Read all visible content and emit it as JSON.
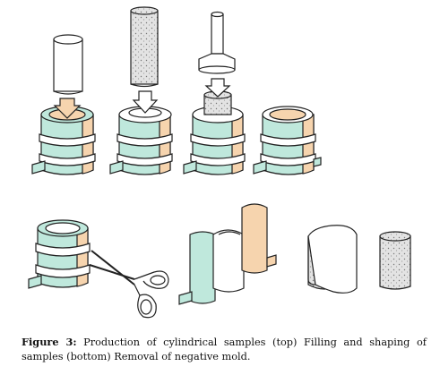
{
  "caption": {
    "label": "Figure 3:",
    "text": " Production of cylindrical samples (top) Filling and shaping of samples (bottom) Removal of negative mold."
  },
  "colors": {
    "mold_green": "#bfe8dc",
    "mold_orange": "#f6d4ae",
    "sample_gray": "#d9d9d9",
    "outline": "#222222"
  },
  "steps": [
    {
      "row": "top",
      "index": 1,
      "content": "empty mold with tube being lowered"
    },
    {
      "row": "top",
      "index": 2,
      "content": "granular material poured into mold"
    },
    {
      "row": "top",
      "index": 3,
      "content": "material compacted with plunger"
    },
    {
      "row": "top",
      "index": 4,
      "content": "filled mold with bands"
    },
    {
      "row": "bottom",
      "index": 1,
      "content": "cutting bands with scissors"
    },
    {
      "row": "bottom",
      "index": 2,
      "content": "opening mold halves"
    },
    {
      "row": "bottom",
      "index": 3,
      "content": "peeling inner sleeve"
    },
    {
      "row": "bottom",
      "index": 4,
      "content": "finished cylindrical sample"
    }
  ]
}
